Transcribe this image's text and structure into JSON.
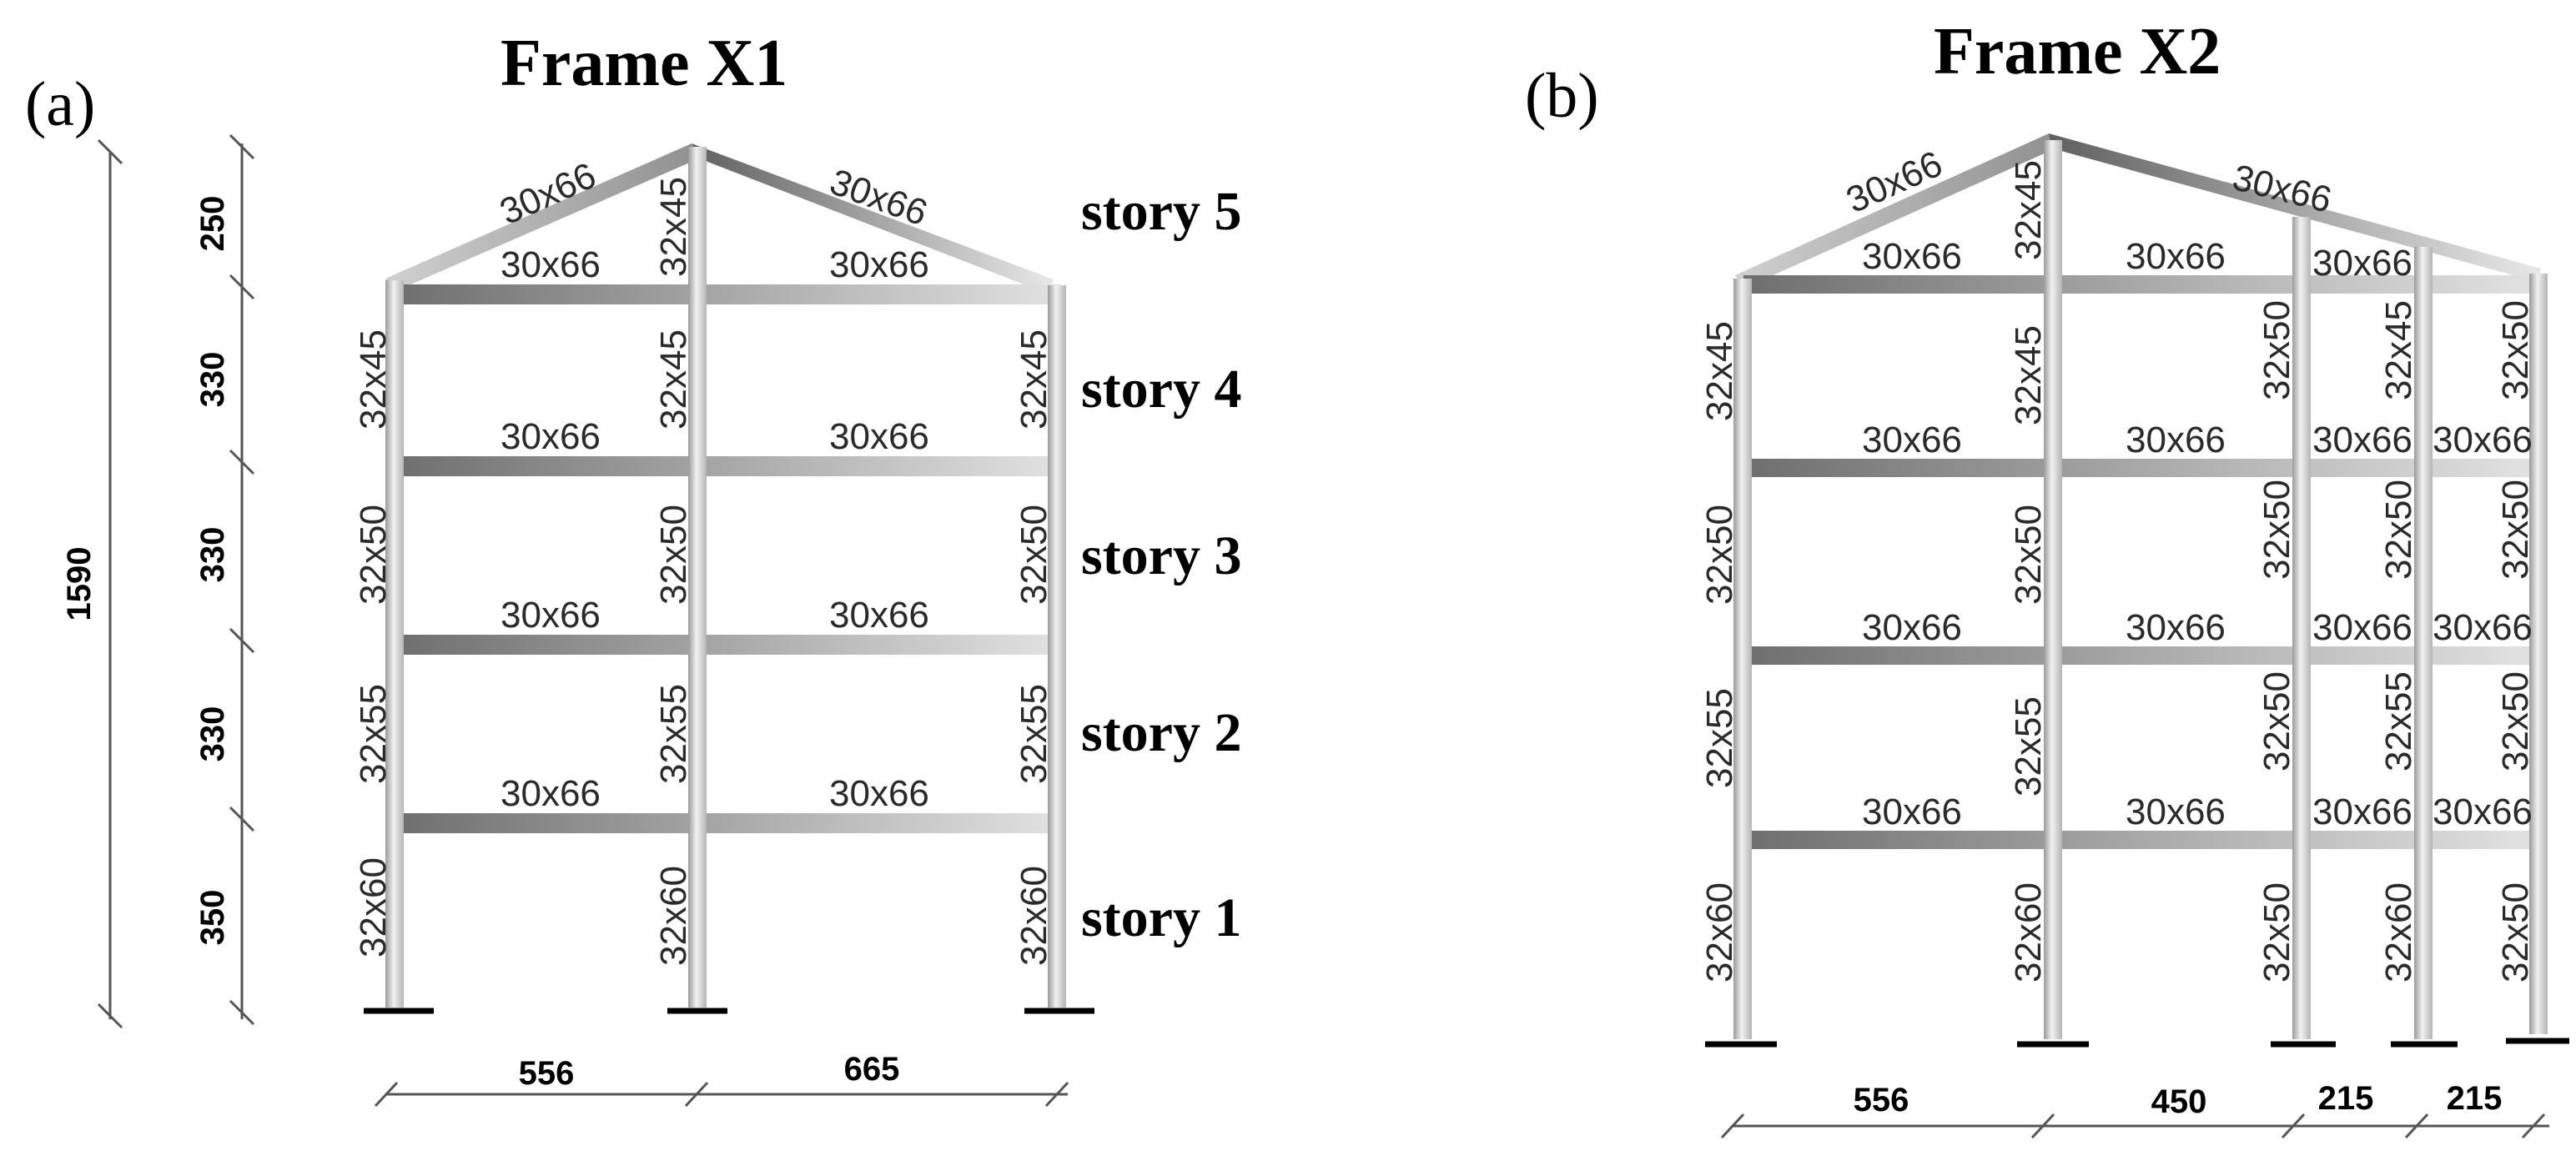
{
  "figure": {
    "panel_a": {
      "label": "(a)",
      "title": "Frame X1",
      "stories": [
        "story 5",
        "story 4",
        "story 3",
        "story 2",
        "story 1"
      ],
      "roof_beams": [
        "30x66",
        "30x66"
      ],
      "floor_beams": [
        "30x66",
        "30x66"
      ],
      "columns": {
        "left": [
          "32x45",
          "32x50",
          "32x55",
          "32x60"
        ],
        "center_roof": "32x45",
        "center": [
          "32x45",
          "32x50",
          "32x55",
          "32x60"
        ],
        "right": [
          "32x45",
          "32x50",
          "32x55",
          "32x60"
        ]
      },
      "vertical_dims": [
        "250",
        "330",
        "330",
        "330",
        "350"
      ],
      "total_height": "1590",
      "horizontal_dims": [
        "556",
        "665"
      ]
    },
    "panel_b": {
      "label": "(b)",
      "title": "Frame X2",
      "roof_beams": [
        "30x66",
        "30x66"
      ],
      "floor_beams": [
        "30x66",
        "30x66",
        "30x66",
        "30x66"
      ],
      "columns": {
        "c1": [
          "32x45",
          "32x50",
          "32x55",
          "32x60"
        ],
        "c2_roof": "32x45",
        "c2": [
          "32x45",
          "32x50",
          "32x55",
          "32x60"
        ],
        "c3": [
          "32x50",
          "32x50",
          "32x50",
          "32x50"
        ],
        "c4": [
          "32x45",
          "32x50",
          "32x55",
          "32x60"
        ],
        "c5": [
          "32x50",
          "32x50",
          "32x50",
          "32x50"
        ]
      },
      "horizontal_dims": [
        "556",
        "450",
        "215",
        "215"
      ]
    }
  }
}
